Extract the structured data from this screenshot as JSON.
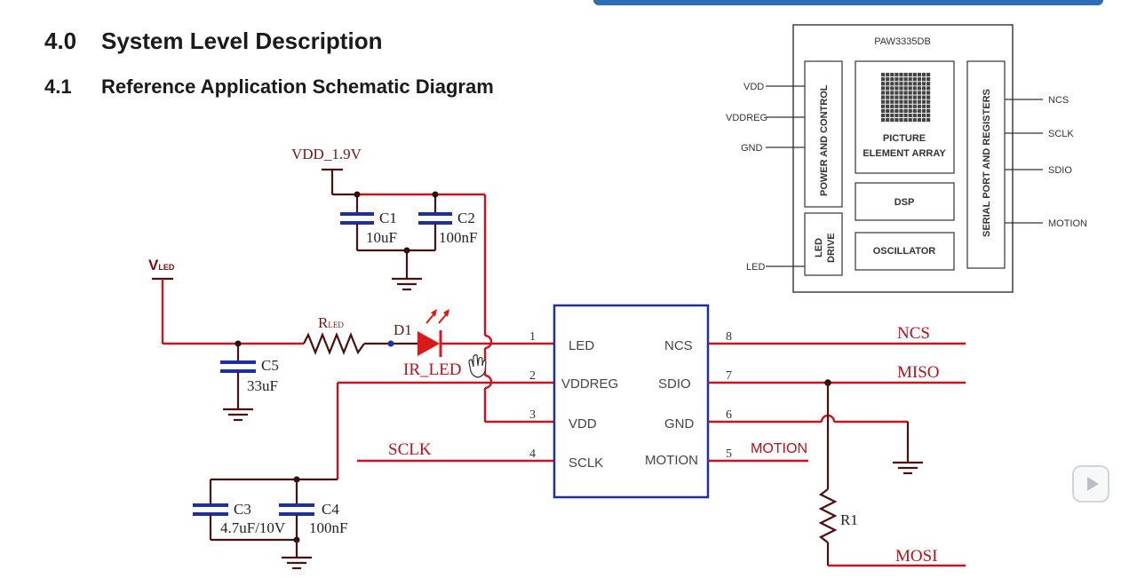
{
  "heading": {
    "section_num": "4.0",
    "section_title": "System Level Description",
    "subsection_num": "4.1",
    "subsection_title": "Reference Application Schematic Diagram"
  },
  "schematic": {
    "power": {
      "vdd": "VDD_1.9V",
      "vled_main": "V",
      "vled_sub": "LED"
    },
    "components": {
      "c1": {
        "ref": "C1",
        "value": "10uF"
      },
      "c2": {
        "ref": "C2",
        "value": "100nF"
      },
      "c3": {
        "ref": "C3",
        "value": "4.7uF/10V"
      },
      "c4": {
        "ref": "C4",
        "value": "100nF"
      },
      "c5": {
        "ref": "C5",
        "value": "33uF"
      },
      "rled_main": "R",
      "rled_sub": "LED",
      "d1": {
        "ref": "D1",
        "value": "IR_LED"
      },
      "r1": {
        "ref": "R1"
      }
    },
    "chip_pins_left": [
      {
        "num": "1",
        "name": "LED"
      },
      {
        "num": "2",
        "name": "VDDREG"
      },
      {
        "num": "3",
        "name": "VDD"
      },
      {
        "num": "4",
        "name": "SCLK"
      }
    ],
    "chip_pins_right": [
      {
        "num": "8",
        "name": "NCS"
      },
      {
        "num": "7",
        "name": "SDIO"
      },
      {
        "num": "6",
        "name": "GND"
      },
      {
        "num": "5",
        "name": "MOTION"
      }
    ],
    "nets": {
      "sclk": "SCLK",
      "ncs": "NCS",
      "miso": "MISO",
      "motion": "MOTION",
      "mosi": "MOSI"
    }
  },
  "block_diagram": {
    "title": "PAW3335DB",
    "left_pins": [
      "VDD",
      "VDDREG",
      "GND",
      "LED"
    ],
    "right_pins": [
      "NCS",
      "SCLK",
      "SDIO",
      "MOTION"
    ],
    "blocks": {
      "power": "POWER AND CONTROL",
      "led_line1": "LED",
      "led_line2": "DRIVE",
      "pea_line1": "PICTURE",
      "pea_line2": "ELEMENT ARRAY",
      "dsp": "DSP",
      "osc": "OSCILLATOR",
      "serial": "SERIAL PORT AND REGISTERS"
    }
  },
  "colors": {
    "wire": "#c8141e",
    "capacitor": "#1f2f9e",
    "chip_outline": "#1f2f9e",
    "header_bar": "#2f6cb3"
  }
}
